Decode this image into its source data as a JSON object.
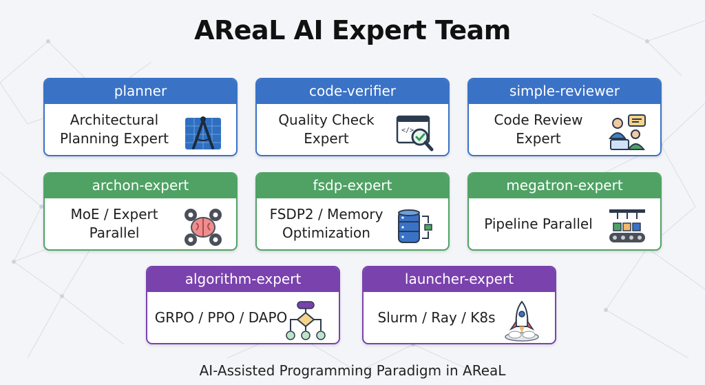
{
  "title": "AReaL AI Expert Team",
  "subtitle": "AI-Assisted Programming Paradigm in AReaL",
  "colors": {
    "blue": "#3a72c6",
    "green": "#4fa264",
    "purple": "#7a42ad"
  },
  "experts": [
    {
      "name": "planner",
      "desc_lines": [
        "Architectural",
        "Planning Expert"
      ],
      "icon": "blueprint-compass-icon",
      "color": "blue"
    },
    {
      "name": "code-verifier",
      "desc_lines": [
        "Quality Check",
        "Expert"
      ],
      "icon": "code-magnifier-check-icon",
      "color": "blue"
    },
    {
      "name": "simple-reviewer",
      "desc_lines": [
        "Code Review",
        "Expert"
      ],
      "icon": "people-review-chat-icon",
      "color": "blue"
    },
    {
      "name": "archon-expert",
      "desc_lines": [
        "MoE / Expert",
        "Parallel"
      ],
      "icon": "brain-gears-icon",
      "color": "green"
    },
    {
      "name": "fsdp-expert",
      "desc_lines": [
        "FSDP2 / Memory",
        "Optimization"
      ],
      "icon": "database-stack-icon",
      "color": "green"
    },
    {
      "name": "megatron-expert",
      "desc_lines": [
        "Pipeline Parallel"
      ],
      "icon": "conveyor-belt-icon",
      "color": "green"
    },
    {
      "name": "algorithm-expert",
      "desc_lines": [
        "GRPO / PPO / DAPO"
      ],
      "icon": "flowchart-icon",
      "color": "purple"
    },
    {
      "name": "launcher-expert",
      "desc_lines": [
        "Slurm / Ray / K8s"
      ],
      "icon": "rocket-icon",
      "color": "purple"
    }
  ]
}
